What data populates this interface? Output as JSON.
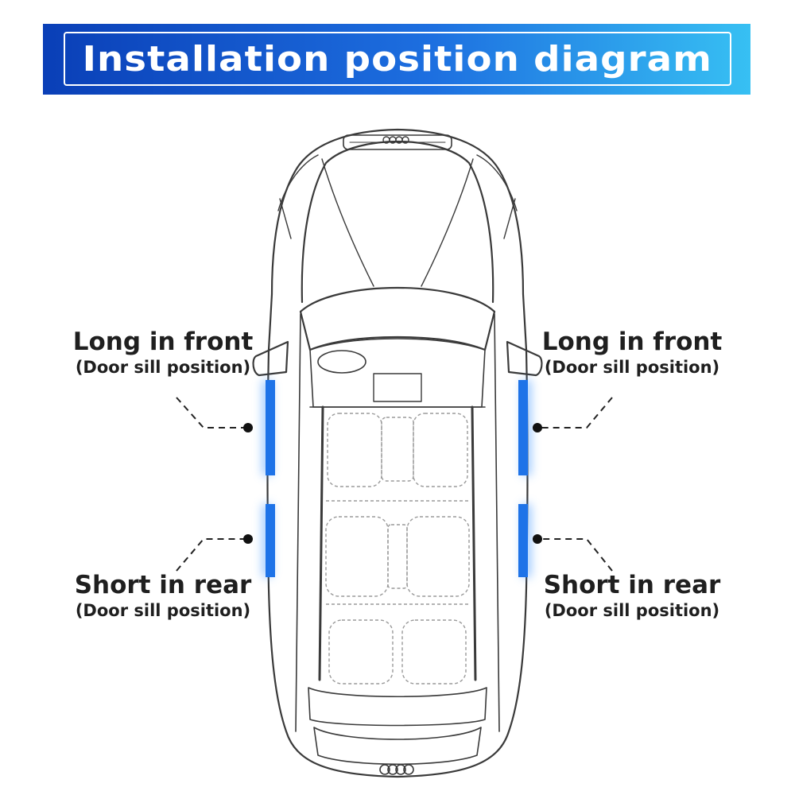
{
  "header": {
    "title": "Installation position diagram",
    "gradient_start": "#0a3fb7",
    "gradient_end": "#37c0f3"
  },
  "labels": {
    "front_left": {
      "main": "Long in front",
      "sub": "(Door sill position)"
    },
    "front_right": {
      "main": "Long in front",
      "sub": "(Door sill position)"
    },
    "rear_left": {
      "main": "Short in rear",
      "sub": "(Door sill position)"
    },
    "rear_right": {
      "main": "Short in rear",
      "sub": "(Door sill position)"
    }
  },
  "colors": {
    "strip": "#1e73e8",
    "outline": "#3a3a3a",
    "dashed": "#9a9a9a"
  }
}
